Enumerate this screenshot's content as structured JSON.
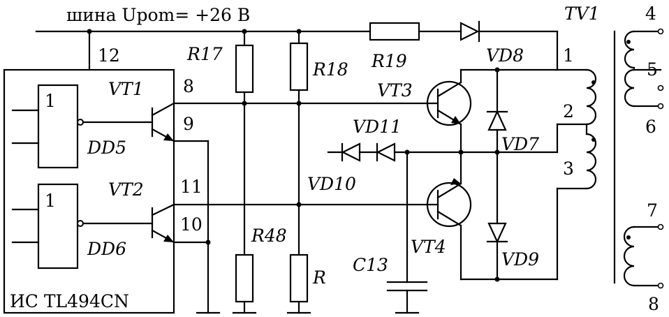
{
  "bus_label": "шина Upom= +26 В",
  "ic_label": "ИС TL494CN",
  "pins": {
    "p12": "12",
    "p8": "8",
    "p9": "9",
    "p11": "11",
    "p10": "10",
    "t1": "1",
    "t2": "2",
    "t3": "3",
    "t4": "4",
    "t5": "5",
    "t6": "6",
    "t7": "7",
    "t8": "8"
  },
  "gates": {
    "dd5_num": "1",
    "dd6_num": "1"
  },
  "components": {
    "vt1": "VT1",
    "vt2": "VT2",
    "vt3": "VT3",
    "vt4": "VT4",
    "dd5": "DD5",
    "dd6": "DD6",
    "r17": "R17",
    "r18": "R18",
    "r19": "R19",
    "r48": "R48",
    "r": "R",
    "vd7": "VD7",
    "vd8": "VD8",
    "vd9": "VD9",
    "vd10": "VD10",
    "vd11": "VD11",
    "c13": "C13",
    "tv1": "TV1"
  }
}
